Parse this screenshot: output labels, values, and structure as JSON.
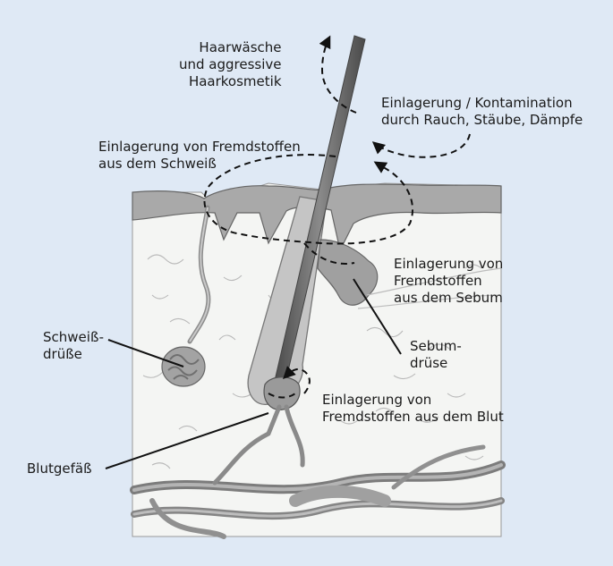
{
  "labels": {
    "hair_washing": "Haarwäsche\nund aggressive\nHaarkosmetik",
    "contamination": "Einlagerung / Kontamination\ndurch Rauch, Stäube, Dämpfe",
    "sweat_deposit": "Einlagerung von Fremdstoffen\naus dem Schweiß",
    "sebum_deposit": "Einlagerung von\nFremdstoffen\naus dem Sebum",
    "sweat_gland": "Schweiß-\ndrüße",
    "sebaceous_gland": "Sebum-\ndrüse",
    "blood_deposit": "Einlagerung von\nFremdstoffen aus dem Blut",
    "blood_vessel": "Blutgefäß"
  },
  "colors": {
    "background": "#dfe9f5",
    "skin_panel": "#f3f4f2",
    "tissue": "#8e8e8e",
    "hair": "#5e5e5e",
    "arrow": "#111111"
  }
}
